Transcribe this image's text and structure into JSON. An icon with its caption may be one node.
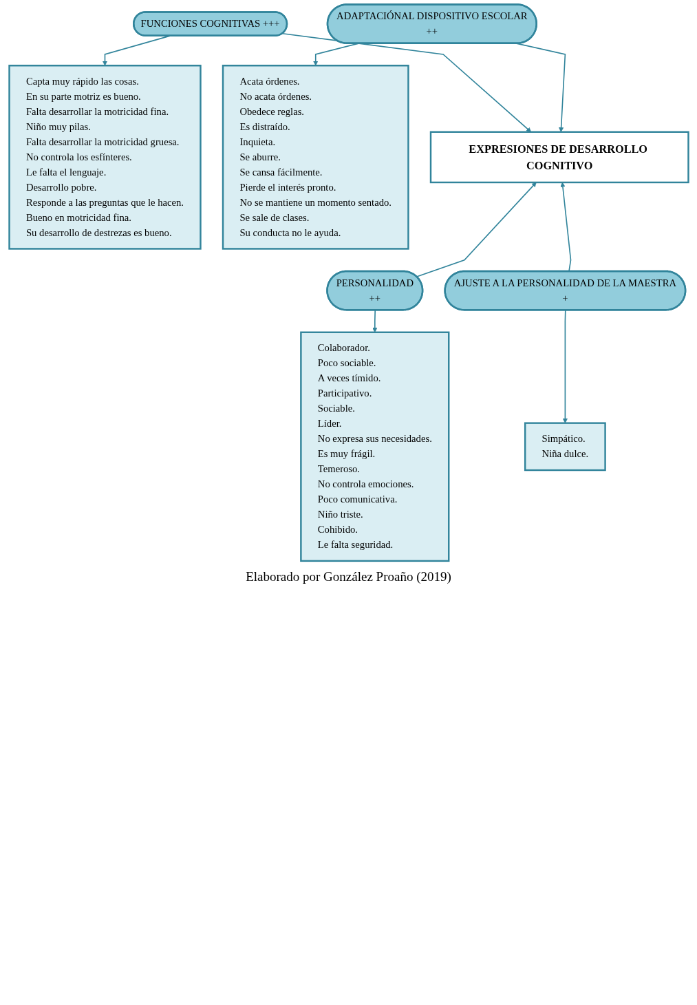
{
  "diagram": {
    "caption": "Elaborado por González Proaño (2019)",
    "nodes": [
      {
        "text": [
          "FUNCIONES COGNITIVAS +++"
        ]
      },
      {
        "text": [
          "ADAPTACIÓNAL DISPOSITIVO ESCOLAR",
          "++"
        ]
      },
      {
        "text": [
          "Capta muy rápido las cosas.",
          "En su parte motriz es bueno.",
          "Falta desarrollar la motricidad fina.",
          "Niño muy pilas.",
          "Falta desarrollar la motricidad gruesa.",
          "No controla los esfínteres.",
          "Le falta el lenguaje.",
          "Desarrollo pobre.",
          "Responde a las preguntas que le hacen.",
          "Bueno en motricidad fina.",
          "Su desarrollo de destrezas es bueno."
        ]
      },
      {
        "text": [
          "Acata órdenes.",
          "No acata órdenes.",
          "Obedece reglas.",
          "Es distraído.",
          "Inquieta.",
          "Se aburre.",
          "Se cansa fácilmente.",
          "Pierde el interés pronto.",
          "No se mantiene un momento sentado.",
          "Se sale de clases.",
          "Su conducta no le ayuda."
        ]
      },
      {
        "text": [
          "EXPRESIONES DE DESARROLLO COGNITIVO"
        ]
      },
      {
        "text": [
          "PERSONALIDAD",
          "++"
        ]
      },
      {
        "text": [
          "AJUSTE A LA PERSONALIDAD DE LA MAESTRA",
          "+"
        ]
      },
      {
        "text": [
          "Colaborador.",
          "Poco sociable.",
          "A veces tímido.",
          "Participativo.",
          "Sociable.",
          "Líder.",
          "No expresa sus necesidades.",
          "Es muy frágil.",
          "Temeroso.",
          "No controla emociones.",
          "Poco comunicativa.",
          "Niño triste.",
          "Cohibido.",
          "Le falta seguridad."
        ]
      },
      {
        "text": [
          "Simpático.",
          "Niña dulce."
        ]
      }
    ],
    "edges": [
      {
        "from": 0,
        "to": 2,
        "arrow": "to"
      },
      {
        "from": 1,
        "to": 3,
        "arrow": "to"
      },
      {
        "from": 0,
        "to": 4,
        "arrow": "to"
      },
      {
        "from": 1,
        "to": 4,
        "arrow": "to"
      },
      {
        "from": 5,
        "to": 4,
        "arrow": "to"
      },
      {
        "from": 6,
        "to": 4,
        "arrow": "to"
      },
      {
        "from": 5,
        "to": 7,
        "arrow": "to"
      },
      {
        "from": 6,
        "to": 8,
        "arrow": "to"
      }
    ]
  }
}
